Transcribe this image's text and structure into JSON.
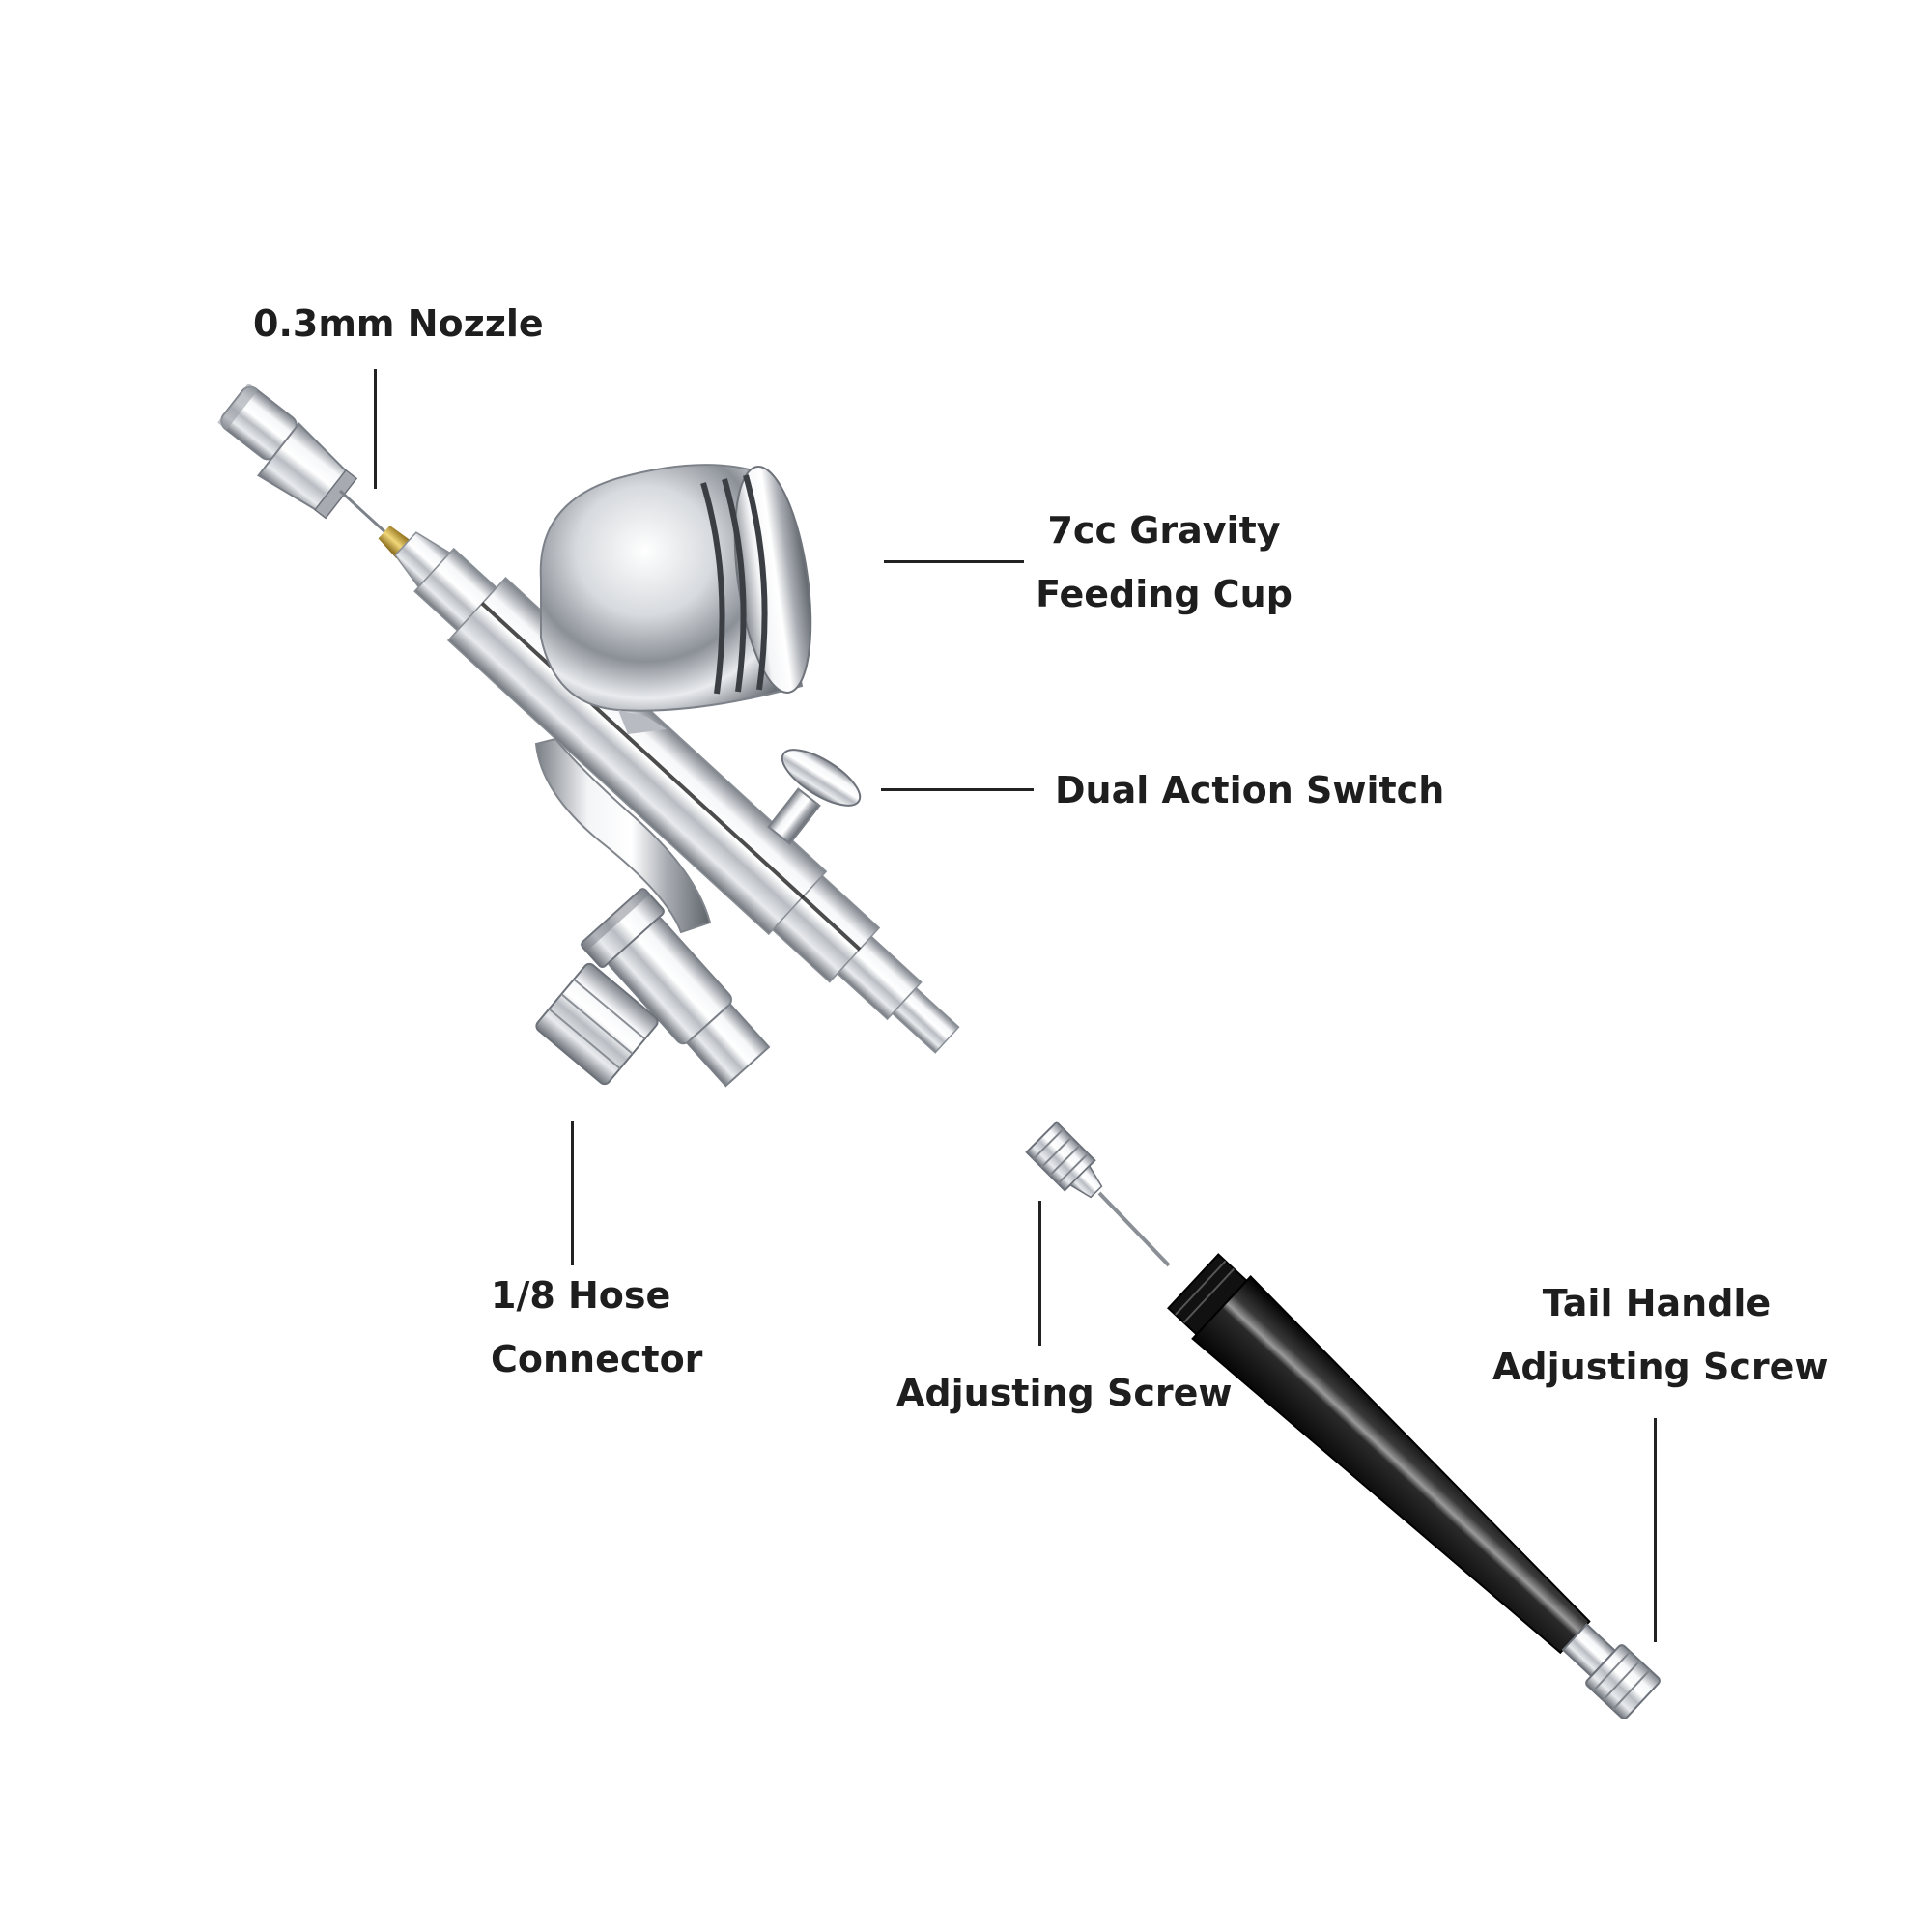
{
  "labels": {
    "nozzle": "0.3mm Nozzle",
    "cup_line1": "7cc Gravity",
    "cup_line2": "Feeding Cup",
    "switch": "Dual Action Switch",
    "hose_line1": "1/8 Hose",
    "hose_line2": "Connector",
    "adjusting_screw": "Adjusting Screw",
    "tail_line1": "Tail Handle",
    "tail_line2": "Adjusting Screw"
  },
  "colors": {
    "chrome_dark": "#8a8f96",
    "chrome_light": "#f4f5f7",
    "handle_black": "#141414",
    "brass": "#c9a33b",
    "text": "#1e1e1e",
    "leader": "#222222"
  },
  "icons": [
    "airbrush-icon",
    "nozzle-cap-icon",
    "paint-cup-icon",
    "trigger-icon",
    "hose-connector-icon",
    "needle-screw-icon",
    "tail-handle-icon"
  ]
}
